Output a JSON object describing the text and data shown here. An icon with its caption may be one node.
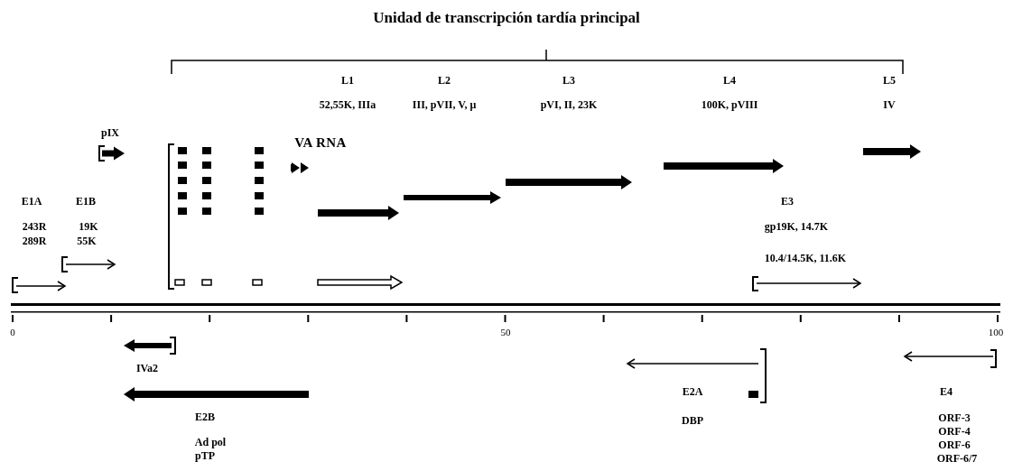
{
  "diagram": {
    "title": "Unidad de transcripción tardía principal",
    "labels": [
      "L1",
      "L2",
      "L3",
      "L4",
      "L5",
      "52,55K, IIIa",
      "III, pVII, V, μ",
      "pVI, II, 23K",
      "100K, pVIII",
      "IV",
      "pIX",
      "VA RNA",
      "E1A",
      "E1B",
      "E3",
      "243R",
      "19K",
      "gp19K, 14.7K",
      "289R",
      "55K",
      "10.4/14.5K, 11.6K",
      "0",
      "50",
      "100",
      "IVa2",
      "E2A",
      "E4",
      "E2B",
      "DBP",
      "ORF-3",
      "ORF-4",
      "ORF-6",
      "ORF-6/7",
      "Ad pol",
      "pTP"
    ]
  }
}
